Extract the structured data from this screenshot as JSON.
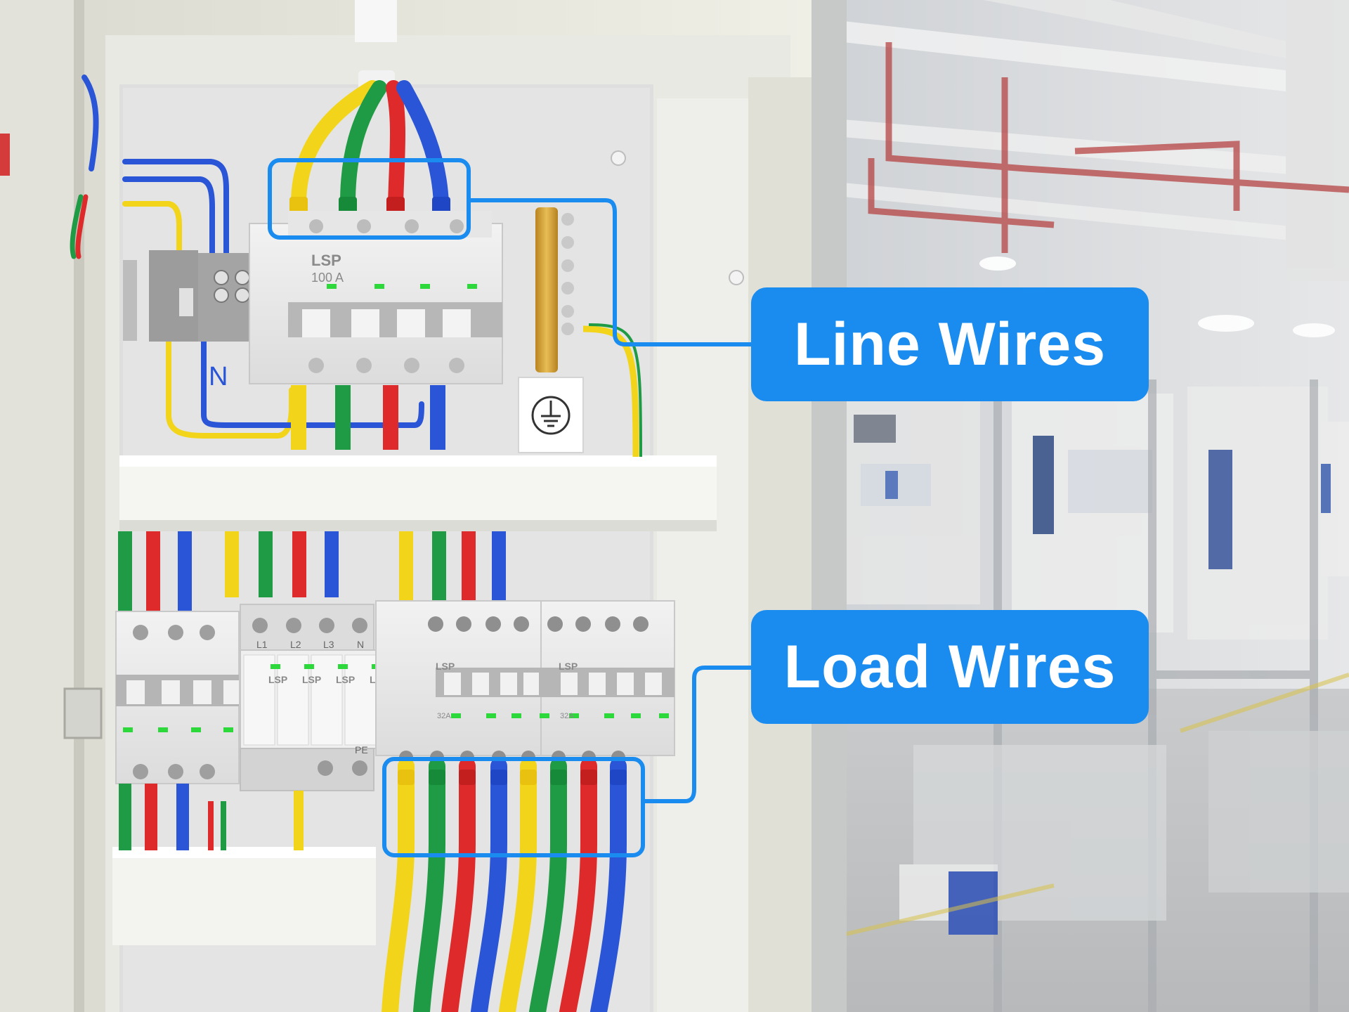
{
  "callouts": {
    "line": {
      "label": "Line Wires"
    },
    "load": {
      "label": "Load Wires"
    }
  },
  "panel_labels": {
    "brand": "LSP",
    "main_breaker_rating": "100 A",
    "neutral_marker": "N",
    "spd_terminals": [
      "L1",
      "L2",
      "L3",
      "N"
    ],
    "spd_earth_terminal": "PE",
    "branch_breaker_rating": "32A"
  },
  "colors": {
    "accent_blue": "#1a8cf0",
    "callout_text": "#ffffff",
    "wire_yellow": "#f2d51a",
    "wire_green": "#1f9a45",
    "wire_red": "#de2a2a",
    "wire_blue": "#2a55d6",
    "breaker_indicator": "#2cd83a",
    "busbar_brass": "#d9a436"
  },
  "icons": [
    "earth-ground-icon"
  ]
}
